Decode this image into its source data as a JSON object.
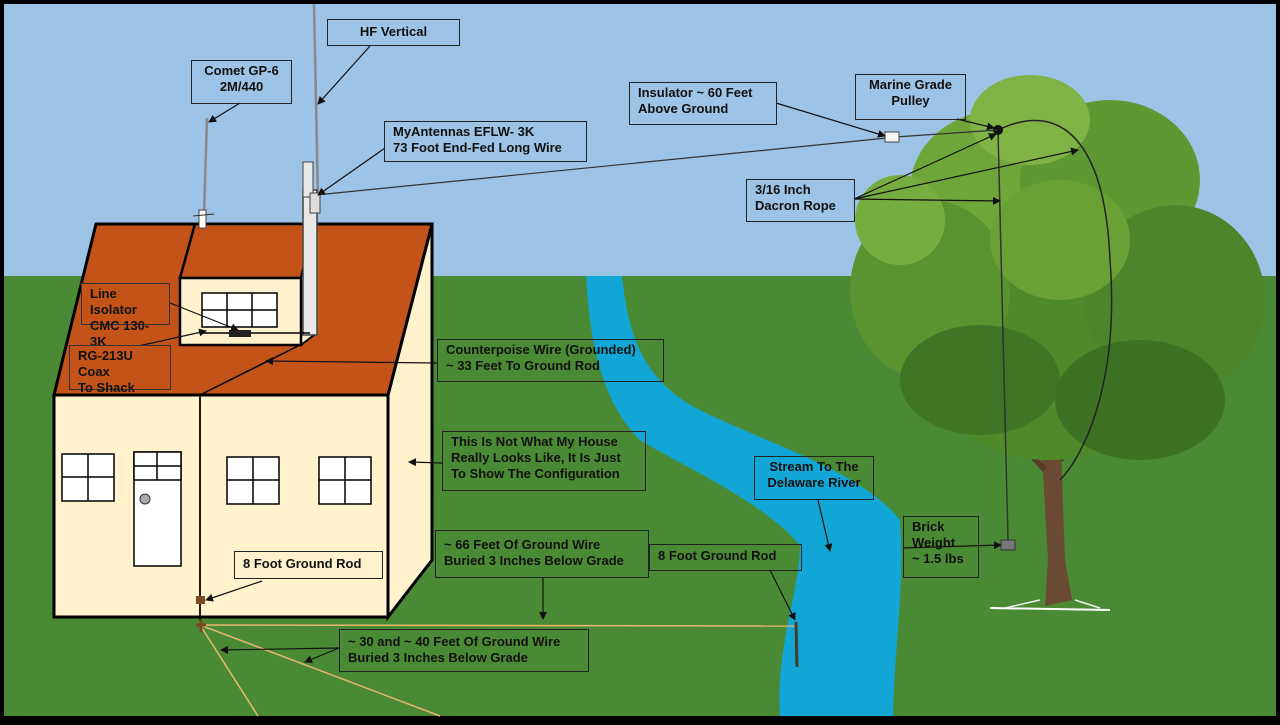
{
  "colors": {
    "sky": "#9dc3e6",
    "grass": "#4b8a35",
    "roof": "#c4531a",
    "wall": "#fff2cc",
    "stream": "#11a6d6",
    "wire": "#e6b870"
  },
  "labels": {
    "hf_vertical": "HF Vertical",
    "comet": "Comet GP-6\n2M/440",
    "myantennas": "MyAntennas EFLW- 3K\n73 Foot End-Fed Long Wire",
    "insulator": "Insulator ~ 60 Feet\nAbove Ground",
    "pulley": "Marine Grade\nPulley",
    "dacron": "3/16 Inch\nDacron Rope",
    "line_isolator": "Line Isolator\nCMC 130-3K",
    "rg213": "RG-213U Coax\nTo Shack",
    "counterpoise": "Counterpoise Wire (Grounded)\n~ 33 Feet To Ground Rod",
    "not_house": "This Is Not What My House\nReally Looks Like, It Is Just\nTo Show The Configuration",
    "stream": "Stream To The\nDelaware River",
    "brick": "Brick\nWeight\n~ 1.5 lbs",
    "ground_rod_left": "8 Foot Ground Rod",
    "ground_rod_right": "8 Foot Ground Rod",
    "wire_66": "~ 66 Feet Of Ground Wire\nBuried 3 Inches Below Grade",
    "wire_30_40": "~ 30 and ~ 40 Feet Of Ground Wire\nBuried 3 Inches Below Grade"
  }
}
